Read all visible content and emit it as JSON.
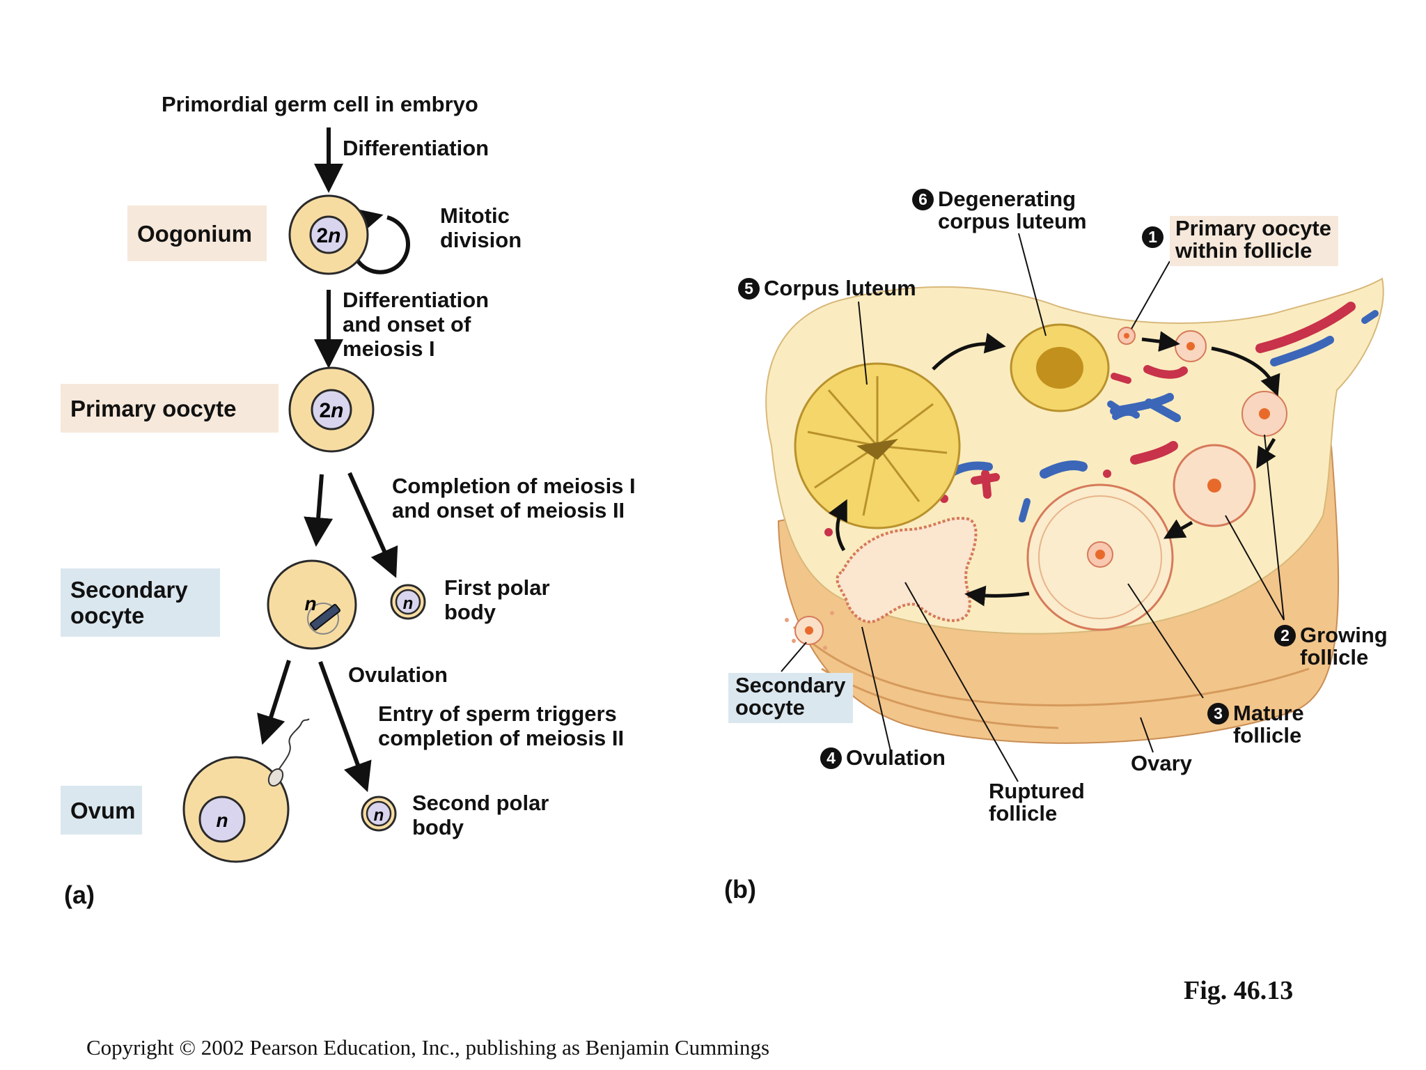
{
  "panel_a": {
    "label": "(a)",
    "title": "Primordial germ cell in embryo",
    "step_differentiation": "Differentiation",
    "mitotic_division": [
      "Mitotic",
      "division"
    ],
    "step_onset_meiosis": [
      "Differentiation",
      "and onset of",
      "meiosis I"
    ],
    "completion_meiosis_1": [
      "Completion of meiosis I",
      "and onset of meiosis II"
    ],
    "ovulation": "Ovulation",
    "sperm_entry": [
      "Entry of sperm triggers",
      "completion of meiosis II"
    ],
    "first_polar_body": [
      "First polar",
      "body"
    ],
    "second_polar_body": [
      "Second polar",
      "body"
    ],
    "stages": {
      "oogonium": "Oogonium",
      "primary_oocyte": "Primary oocyte",
      "secondary_oocyte": [
        "Secondary",
        "oocyte"
      ],
      "ovum": "Ovum"
    },
    "ploidy": {
      "diploid_num": "2",
      "n": "n"
    }
  },
  "panel_b": {
    "label": "(b)",
    "callouts": {
      "c1": {
        "num": "1",
        "lines": [
          "Primary oocyte",
          "within follicle"
        ]
      },
      "c2": {
        "num": "2",
        "lines": [
          "Growing",
          "follicle"
        ]
      },
      "c3": {
        "num": "3",
        "lines": [
          "Mature",
          "follicle"
        ]
      },
      "c4": {
        "num": "4",
        "lines": [
          "Ovulation"
        ]
      },
      "c5": {
        "num": "5",
        "lines": [
          "Corpus luteum"
        ]
      },
      "c6": {
        "num": "6",
        "lines": [
          "Degenerating",
          "corpus luteum"
        ]
      }
    },
    "secondary_oocyte": [
      "Secondary",
      "oocyte"
    ],
    "ruptured_follicle": [
      "Ruptured",
      "follicle"
    ],
    "ovary": "Ovary"
  },
  "figure_number": "Fig. 46.13",
  "copyright": "Copyright © 2002 Pearson Education, Inc., publishing as Benjamin Cummings",
  "colors": {
    "cell_fill": "#f7dca2",
    "nucleus_fill": "#d9d5ee",
    "label_tan": "#f6e8da",
    "label_blue": "#dbe7ef",
    "ovary_fill": "#faecc0"
  }
}
